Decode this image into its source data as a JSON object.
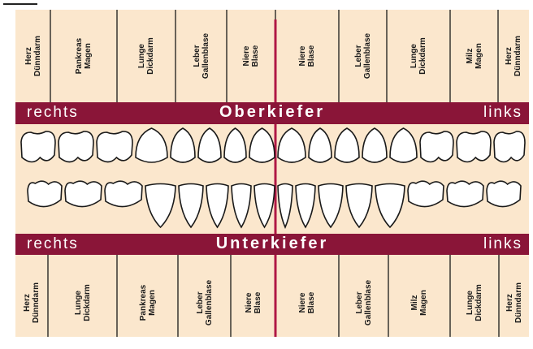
{
  "diagram": {
    "colors": {
      "background": "#fbe7cd",
      "band": "#8a1538",
      "line": "#1a1a1a",
      "midline": "#b01845"
    },
    "upper": {
      "side_left": "rechts",
      "title": "Oberkiefer",
      "side_right": "links",
      "columns": [
        {
          "l1": "Herz",
          "l2": "Dünndarm"
        },
        {
          "l1": "Pankreas",
          "l2": "Magen"
        },
        {
          "l1": "Lunge",
          "l2": "Dickdarm"
        },
        {
          "l1": "Leber",
          "l2": "Gallenblase"
        },
        {
          "l1": "Niere",
          "l2": "Blase"
        },
        {
          "l1": "Niere",
          "l2": "Blase"
        },
        {
          "l1": "Leber",
          "l2": "Gallenblase"
        },
        {
          "l1": "Lunge",
          "l2": "Dickdarm"
        },
        {
          "l1": "Milz",
          "l2": "Magen"
        },
        {
          "l1": "Herz",
          "l2": "Dünndarm"
        }
      ]
    },
    "lower": {
      "side_left": "rechts",
      "title": "Unterkiefer",
      "side_right": "links",
      "columns": [
        {
          "l1": "Herz",
          "l2": "Dünndarm"
        },
        {
          "l1": "Lunge",
          "l2": "Dickdarm"
        },
        {
          "l1": "Pankreas",
          "l2": "Magen"
        },
        {
          "l1": "Leber",
          "l2": "Gallenblase"
        },
        {
          "l1": "Niere",
          "l2": "Blase"
        },
        {
          "l1": "Niere",
          "l2": "Blase"
        },
        {
          "l1": "Leber",
          "l2": "Gallenblase"
        },
        {
          "l1": "Milz",
          "l2": "Magen"
        },
        {
          "l1": "Lunge",
          "l2": "Dickdarm"
        },
        {
          "l1": "Herz",
          "l2": "Dünndarm"
        }
      ]
    },
    "tooth_count_per_jaw": 16
  }
}
